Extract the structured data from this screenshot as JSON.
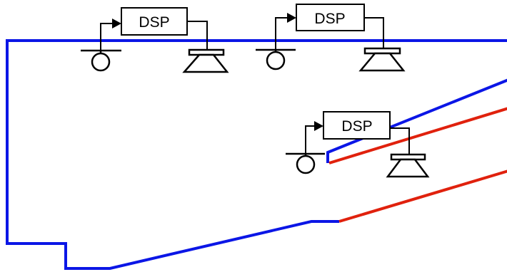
{
  "diagram": {
    "dsp_units": [
      {
        "label": "DSP"
      },
      {
        "label": "DSP"
      },
      {
        "label": "DSP"
      }
    ]
  },
  "colors": {
    "blue_boundary": "#0b16e6",
    "red_boundary": "#e0210d",
    "components": "#000000",
    "background": "#ffffff"
  },
  "icons": [
    "microphone-icon",
    "loudspeaker-icon",
    "arrow-icon"
  ]
}
